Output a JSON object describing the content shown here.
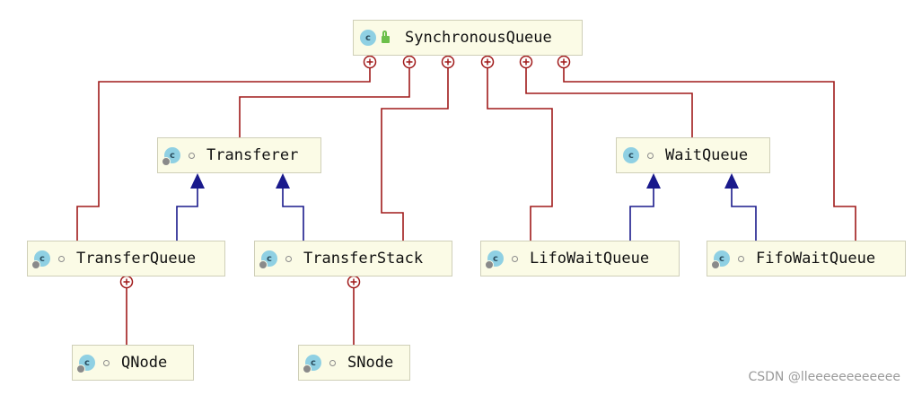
{
  "diagram": {
    "nodes": {
      "synchronous_queue": "SynchronousQueue",
      "transferer": "Transferer",
      "wait_queue": "WaitQueue",
      "transfer_queue": "TransferQueue",
      "transfer_stack": "TransferStack",
      "lifo_wait_queue": "LifoWaitQueue",
      "fifo_wait_queue": "FifoWaitQueue",
      "qnode": "QNode",
      "snode": "SNode"
    },
    "class_icon_letter": "c",
    "colors": {
      "inner_class_line": "#a01a1a",
      "inheritance_line": "#1a1a8c",
      "node_fill": "#fbfbe6",
      "class_icon": "#8fd0e3"
    }
  },
  "watermark": "CSDN @lleeeeeeeeeeee"
}
